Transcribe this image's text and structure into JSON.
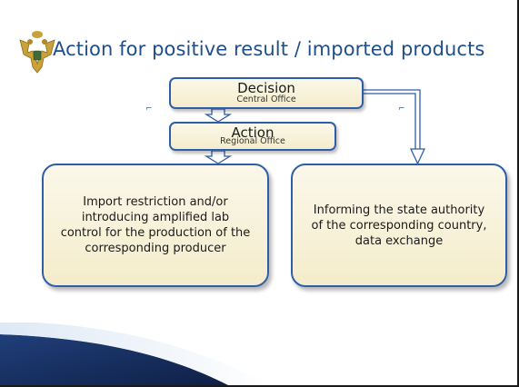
{
  "slide": {
    "title": "Action for positive result / imported products"
  },
  "diagram": {
    "decision": {
      "label": "Decision",
      "sub": "Central Office"
    },
    "action": {
      "label": "Action",
      "sub": "Regional Office"
    },
    "left_box": {
      "text": "Import restriction and/or introducing amplified lab control for the production of the corresponding producer"
    },
    "right_box": {
      "text": "Informing the state authority of the corresponding country, data exchange"
    },
    "marks": [
      "⌐",
      "⌐"
    ]
  },
  "colors": {
    "title": "#1f4e8c",
    "box_border": "#2f5ea8",
    "box_fill": "#f4eccb",
    "accent_band": "#1f3f7a"
  },
  "icons": {
    "emblem": "double-headed-eagle-emblem"
  }
}
